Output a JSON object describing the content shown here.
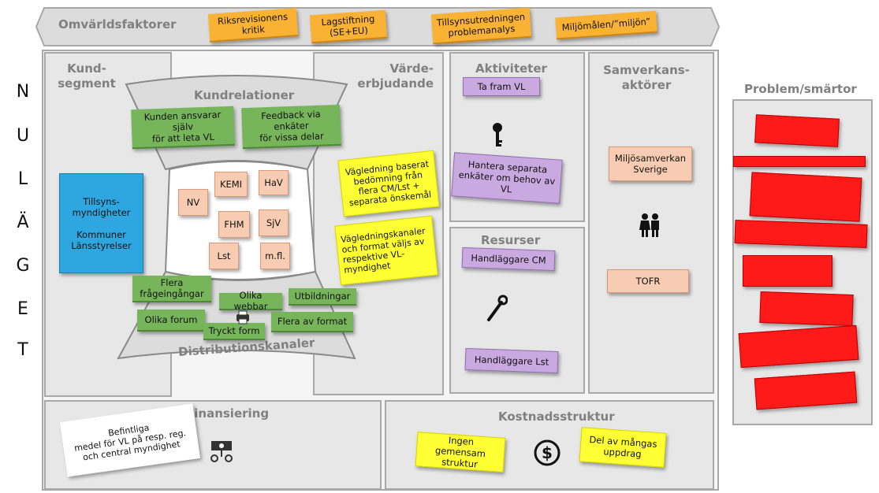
{
  "side_label": [
    "N",
    "U",
    "L",
    "Ä",
    "G",
    "E",
    "T"
  ],
  "headers": {
    "omvarld": "Omvärldsfaktorer",
    "kundsegment": "Kund-\nsegment",
    "kundrelationer": "Kundrelationer",
    "varde": "Värde-\nerbjudande",
    "aktiviteter": "Aktiviteter",
    "resurser": "Resurser",
    "samverkan": "Samverkans-\naktörer",
    "distribution": "Distributionskanaler",
    "finansiering": "Finansiering",
    "kostnad": "Kostnadsstruktur",
    "problem": "Problem/smärtor"
  },
  "omvarld_notes": [
    "Riksrevisionens\nkritik",
    "Lagstiftning\n(SE+EU)",
    "Tillsynsutredningen\nproblemanalys",
    "Miljömålen/”miljön”"
  ],
  "kundsegment_note": "Tillsyns-\nmyndigheter\n\nKommuner\nLänsstyrelser",
  "kundrel_notes": [
    "Kunden ansvarar själv\nför att leta VL",
    "Feedback via enkäter\nför vissa delar"
  ],
  "agencies": [
    "KEMI",
    "HaV",
    "NV",
    "FHM",
    "SjV",
    "Lst",
    "m.fl."
  ],
  "varde_notes": [
    "Vägledning baserat\nbedömning från\nflera CM/Lst +\nseparata önskemål",
    "Vägledningskanaler\noch format väljs av\nrespektive VL-\nmyndighet"
  ],
  "aktiviteter_notes": [
    "Ta fram VL",
    "Hantera separata\nenkäter om behov av\nVL"
  ],
  "resurser_notes": [
    "Handläggare CM",
    "Handläggare Lst"
  ],
  "samverkan_notes": [
    "Miljösamverkan\nSverige",
    "TOFR"
  ],
  "distribution_notes": [
    "Flera\nfrågeingångar",
    "Olika webbar",
    "Utbildningar",
    "Olika forum",
    "Tryckt form",
    "Flera av format"
  ],
  "finansiering_note": "Befintliga\nmedel för VL på resp. reg.\noch central myndighet",
  "kostnad_notes": [
    "Ingen gemensam\nstruktur",
    "Del av mångas\nuppdrag"
  ],
  "problem_notes": [
    "",
    "",
    "",
    "",
    "",
    "",
    "",
    ""
  ],
  "icons": [
    "key-icon",
    "wrench-icon",
    "people-icon",
    "dollar-icon",
    "money-flow-icon",
    "printer-icon"
  ]
}
